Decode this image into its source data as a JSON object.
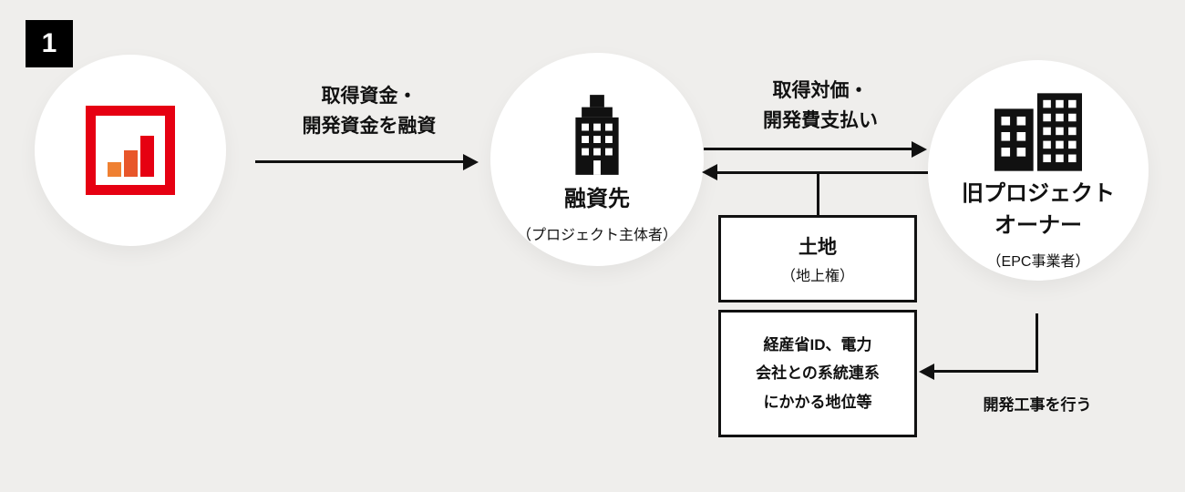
{
  "page": {
    "background": "#efeeec"
  },
  "badge": {
    "number": "1"
  },
  "colors": {
    "brand_red": "#e60012",
    "bar_orange": "#ef8032",
    "bar_red_orange": "#e8562a",
    "line_black": "#111111"
  },
  "icons": {
    "lender": "bar-chart-logo",
    "borrower": "building-icon",
    "old_owner": "twin-buildings-icon"
  },
  "lender": {},
  "borrower": {
    "title": "融資先",
    "subtitle": "（プロジェクト主体者）"
  },
  "old_owner": {
    "title": "旧プロジェクト\nオーナー",
    "subtitle": "（EPC事業者）"
  },
  "flows": {
    "loan_label": "取得資金・\n開発資金を融資",
    "payment_label": "取得対価・\n開発費支払い",
    "construction_label": "開発工事を行う"
  },
  "land_box": {
    "title": "土地",
    "subtitle": "（地上権）"
  },
  "rights_box": {
    "text": "経産省ID、電力\n会社との系統連系\nにかかる地位等"
  }
}
